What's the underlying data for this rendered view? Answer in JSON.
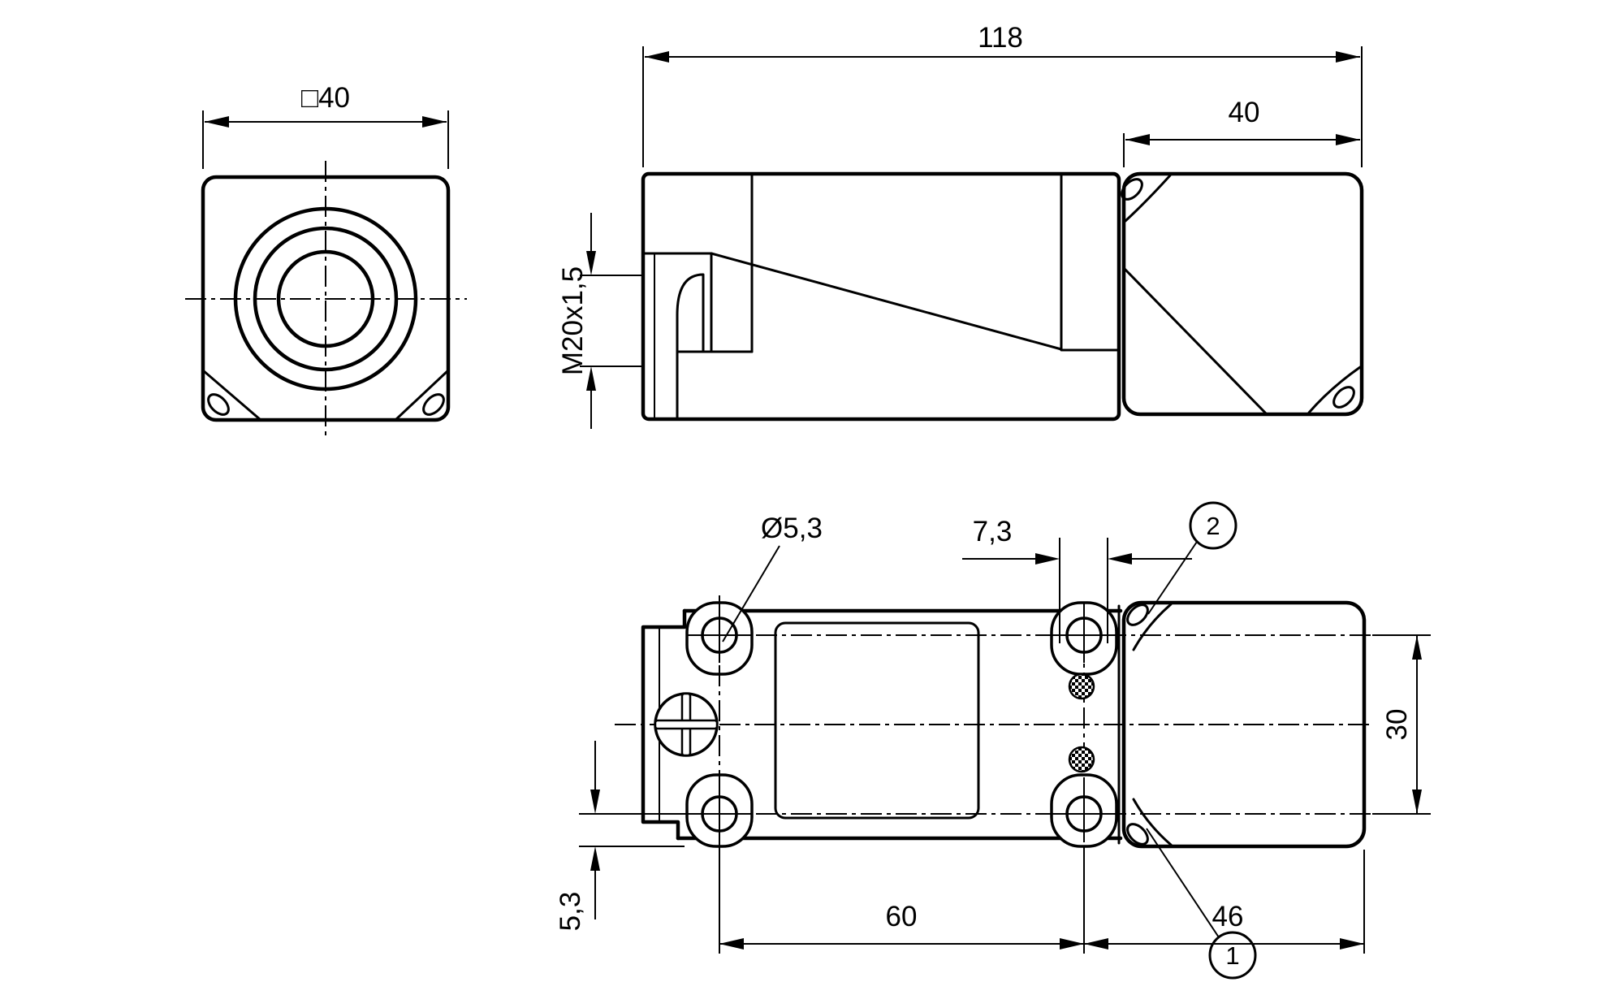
{
  "page": {
    "background": "#ffffff",
    "line_color": "#000000"
  },
  "views": {
    "front": {
      "dim_face_width": "□40"
    },
    "side": {
      "dim_overall_length": "118",
      "dim_head_length": "40",
      "dim_thread": "M20x1,5"
    },
    "bottom": {
      "dim_hole_diameter": "Ø5,3",
      "dim_slot_width": "7,3",
      "dim_hole_row_spacing": "30",
      "dim_hole_spacing": "60",
      "dim_head_length": "46",
      "dim_hole_edge_distance": "5,3",
      "callouts": [
        {
          "id": "1"
        },
        {
          "id": "2"
        }
      ]
    }
  }
}
